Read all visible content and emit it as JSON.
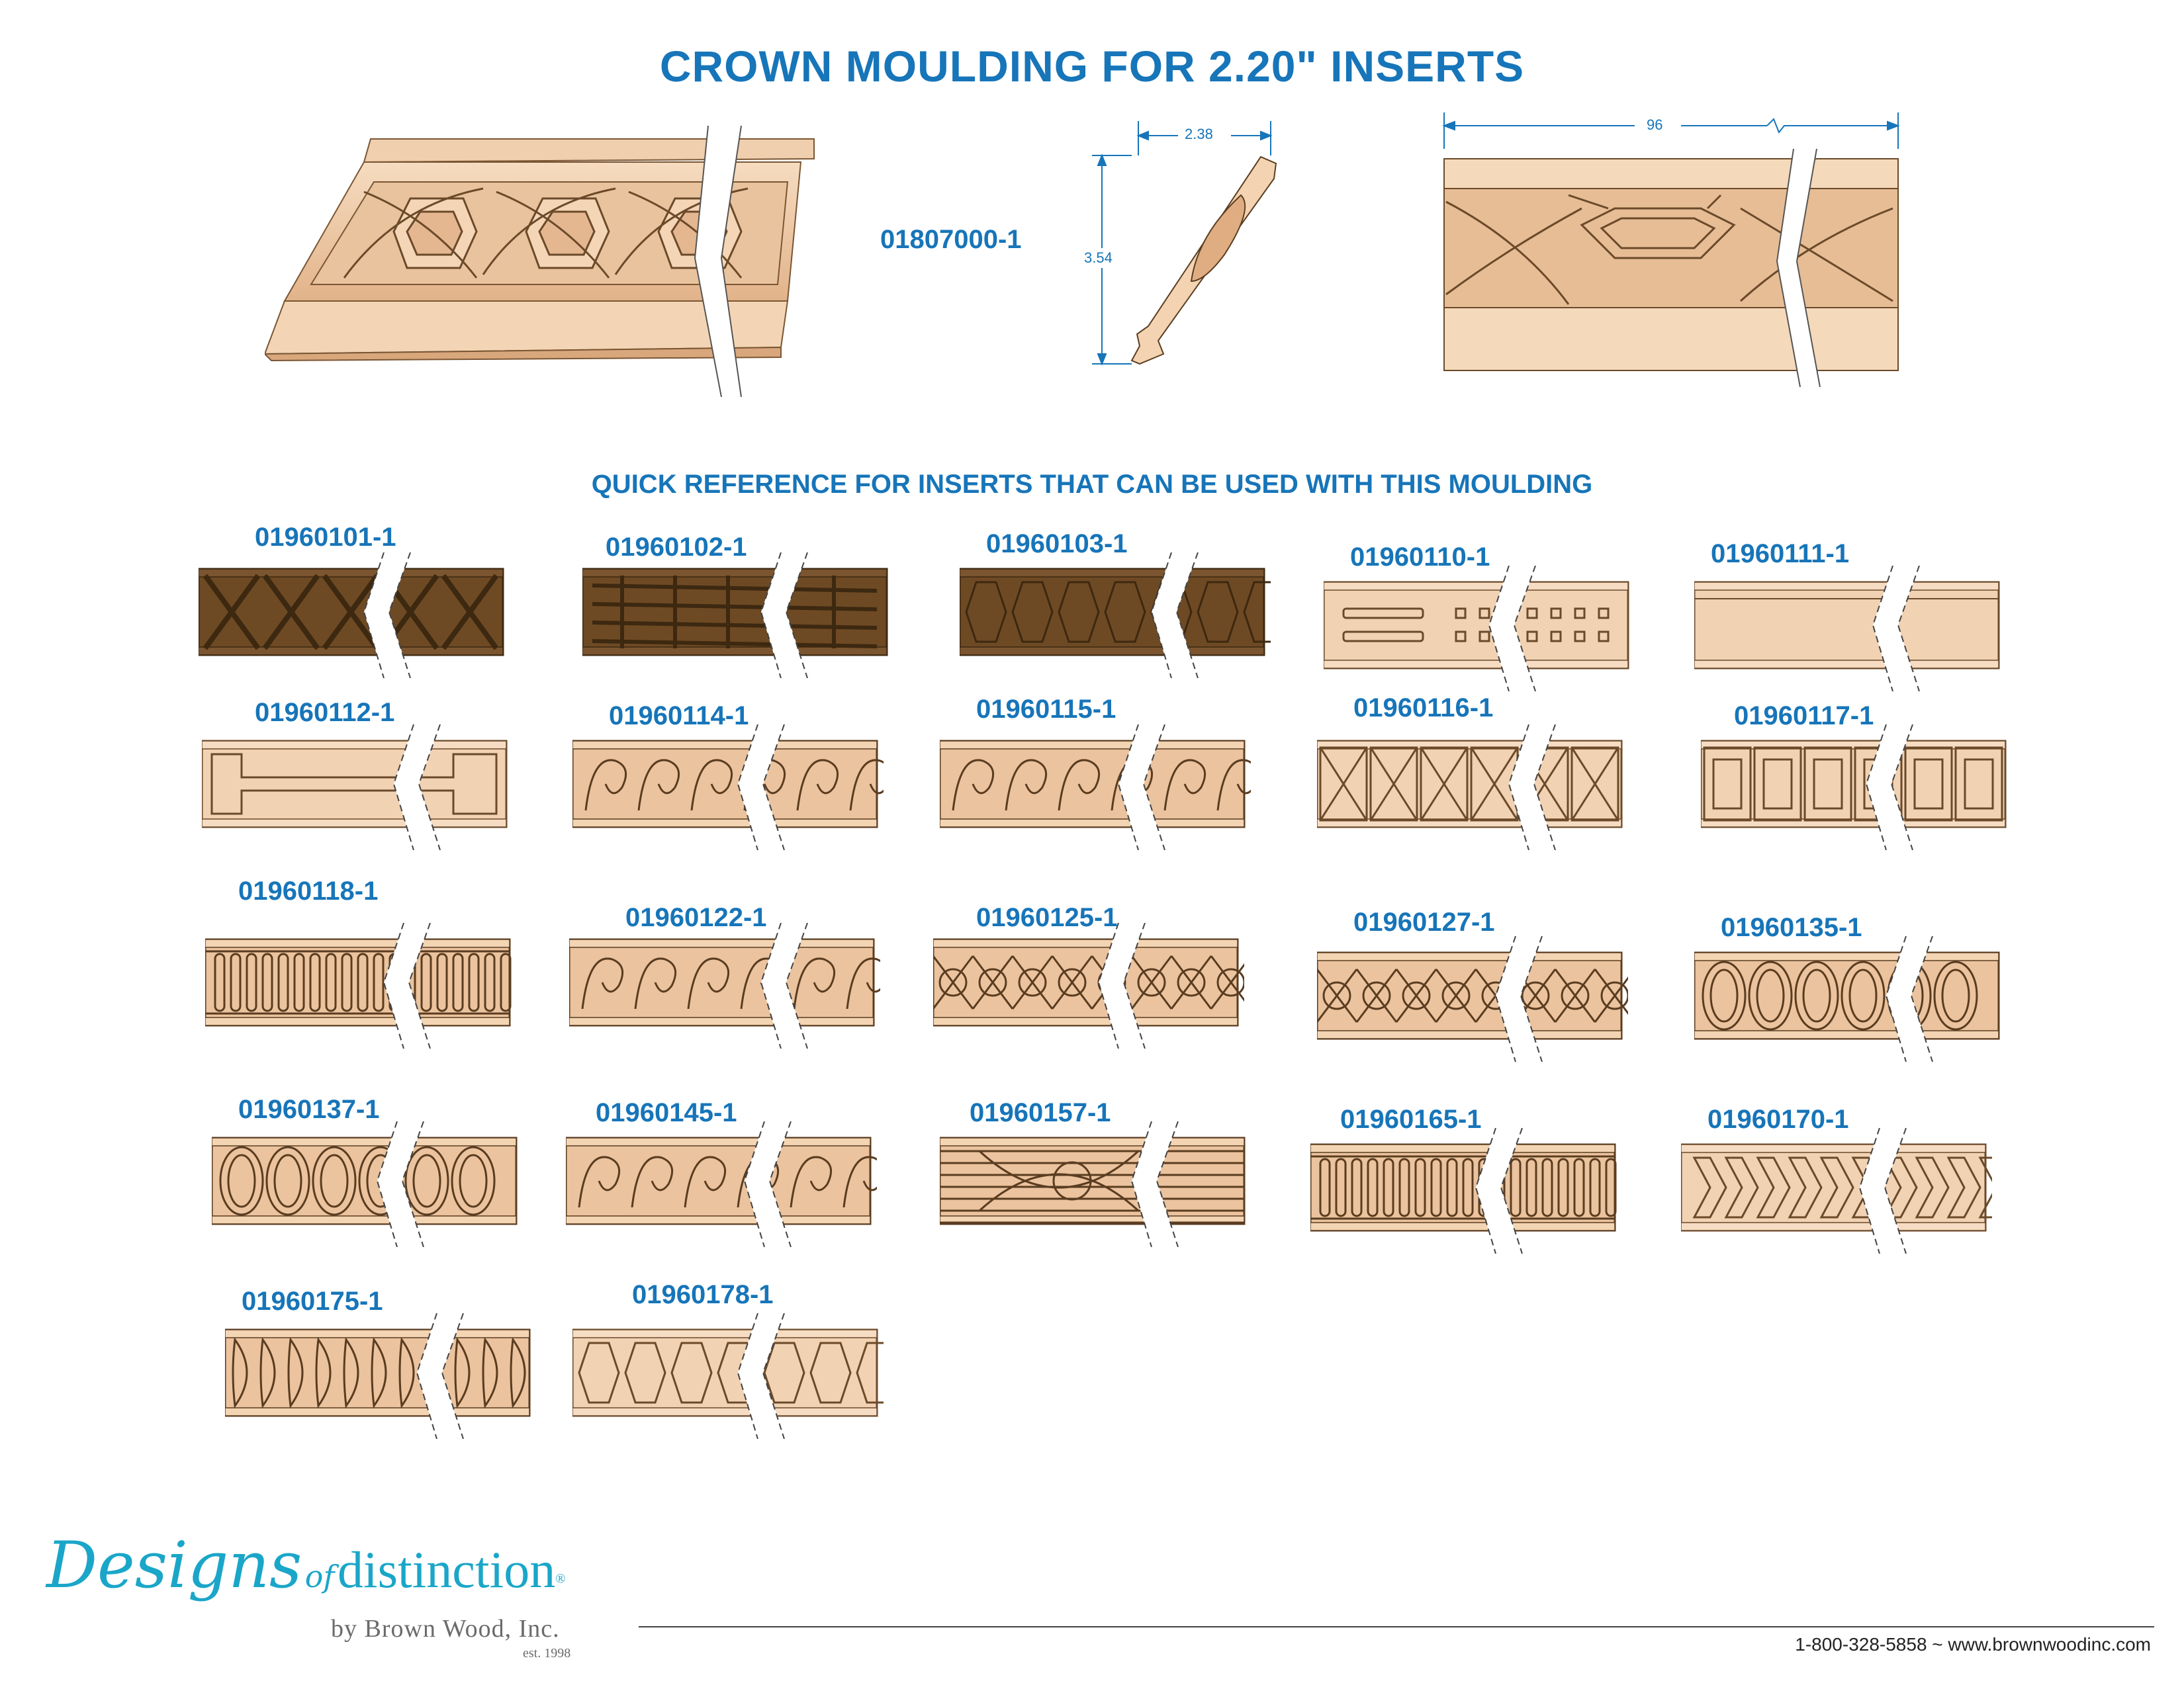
{
  "page": {
    "title": "CROWN MOULDING FOR 2.20\" INSERTS",
    "main_part_number": "01807000-1",
    "dimensions": {
      "depth": "2.38",
      "height": "3.54",
      "length": "96"
    },
    "subtitle": "QUICK REFERENCE FOR INSERTS THAT CAN BE USED WITH THIS MOULDING"
  },
  "inserts": [
    {
      "code": "01960101-1",
      "pattern": "x-lattice",
      "finish": "dark"
    },
    {
      "code": "01960102-1",
      "pattern": "fretwork",
      "finish": "dark"
    },
    {
      "code": "01960103-1",
      "pattern": "hex-lattice",
      "finish": "dark"
    },
    {
      "code": "01960110-1",
      "pattern": "slots",
      "finish": "light"
    },
    {
      "code": "01960111-1",
      "pattern": "plain",
      "finish": "light"
    },
    {
      "code": "01960112-1",
      "pattern": "greek-key",
      "finish": "light"
    },
    {
      "code": "01960114-1",
      "pattern": "scroll",
      "finish": "carved"
    },
    {
      "code": "01960115-1",
      "pattern": "waves",
      "finish": "carved"
    },
    {
      "code": "01960116-1",
      "pattern": "pyramids",
      "finish": "light"
    },
    {
      "code": "01960117-1",
      "pattern": "boxes",
      "finish": "light"
    },
    {
      "code": "01960118-1",
      "pattern": "flutes",
      "finish": "carved"
    },
    {
      "code": "01960122-1",
      "pattern": "acanthus",
      "finish": "carved"
    },
    {
      "code": "01960125-1",
      "pattern": "weave",
      "finish": "carved"
    },
    {
      "code": "01960127-1",
      "pattern": "celtic",
      "finish": "carved"
    },
    {
      "code": "01960135-1",
      "pattern": "ovals",
      "finish": "carved"
    },
    {
      "code": "01960137-1",
      "pattern": "ovals",
      "finish": "carved"
    },
    {
      "code": "01960145-1",
      "pattern": "acanthus",
      "finish": "carved"
    },
    {
      "code": "01960157-1",
      "pattern": "ribbon",
      "finish": "carved"
    },
    {
      "code": "01960165-1",
      "pattern": "flutes",
      "finish": "carved"
    },
    {
      "code": "01960170-1",
      "pattern": "chevrons",
      "finish": "light"
    },
    {
      "code": "01960175-1",
      "pattern": "leaves",
      "finish": "carved"
    },
    {
      "code": "01960178-1",
      "pattern": "hex-lattice",
      "finish": "light"
    }
  ],
  "logo": {
    "script": "Designs",
    "of": "of",
    "distinction": "distinction",
    "reg": "®",
    "company": "by Brown Wood, Inc.",
    "established": "est. 1998"
  },
  "footer": {
    "contact": "1-800-328-5858 ~ www.brownwoodinc.com"
  },
  "colors": {
    "accent": "#1775b9",
    "wood_light": "#f1d2b3",
    "wood_mid": "#e2b48c",
    "wood_dark": "#6e4a24",
    "logo": "#1aa6c8"
  }
}
